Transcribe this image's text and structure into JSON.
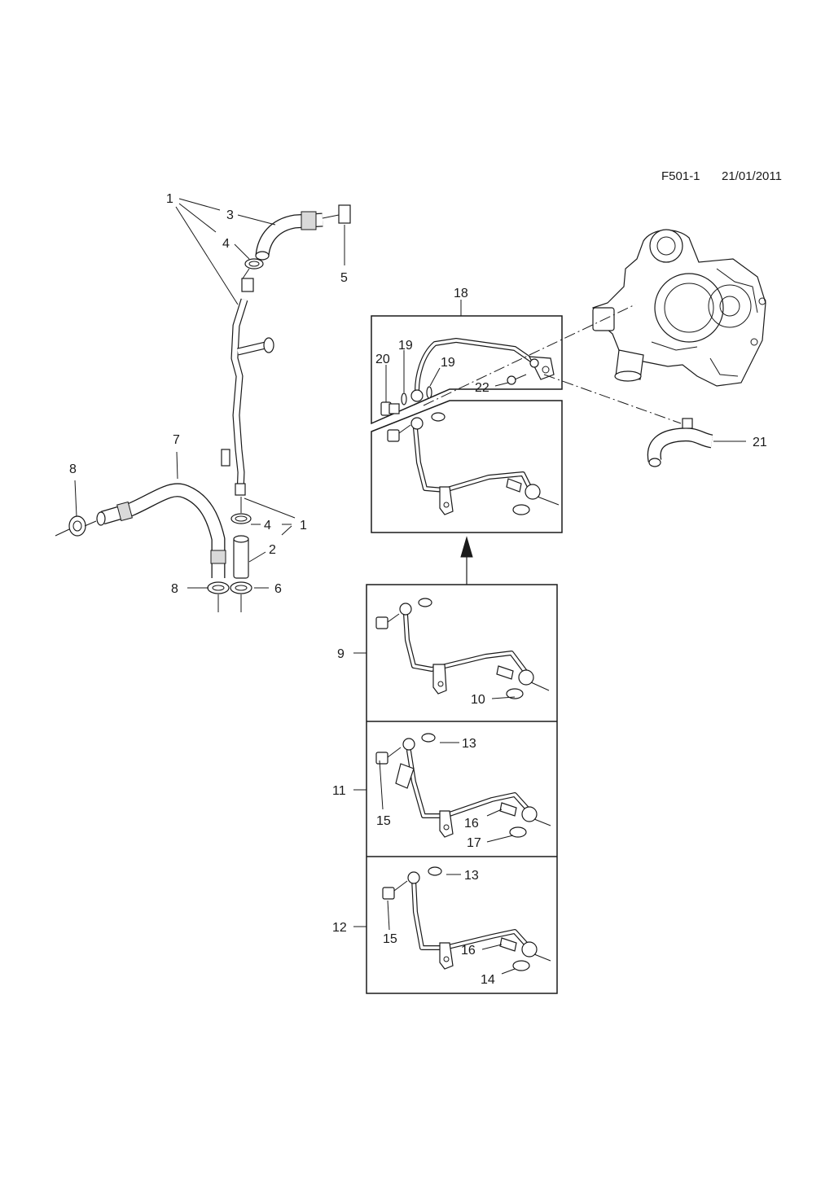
{
  "header": {
    "code": "F501-1",
    "date": "21/01/2011"
  },
  "callouts": {
    "c1": "1",
    "c2": "2",
    "c3": "3",
    "c4": "4",
    "c5": "5",
    "c6": "6",
    "c7": "7",
    "c8": "8",
    "c9": "9",
    "c10": "10",
    "c11": "11",
    "c12": "12",
    "c13": "13",
    "c14": "14",
    "c15": "15",
    "c16": "16",
    "c17": "17",
    "c18": "18",
    "c19": "19",
    "c20": "20",
    "c21": "21",
    "c22": "22"
  },
  "icons": [
    "hose",
    "hose-clamp",
    "pipe-assembly",
    "banjo-bolt",
    "sealing-washer",
    "turbocharger",
    "arrow-up"
  ],
  "colors": {
    "line": "#1a1a1a",
    "background": "#ffffff",
    "shading": "#d9d9d9"
  }
}
